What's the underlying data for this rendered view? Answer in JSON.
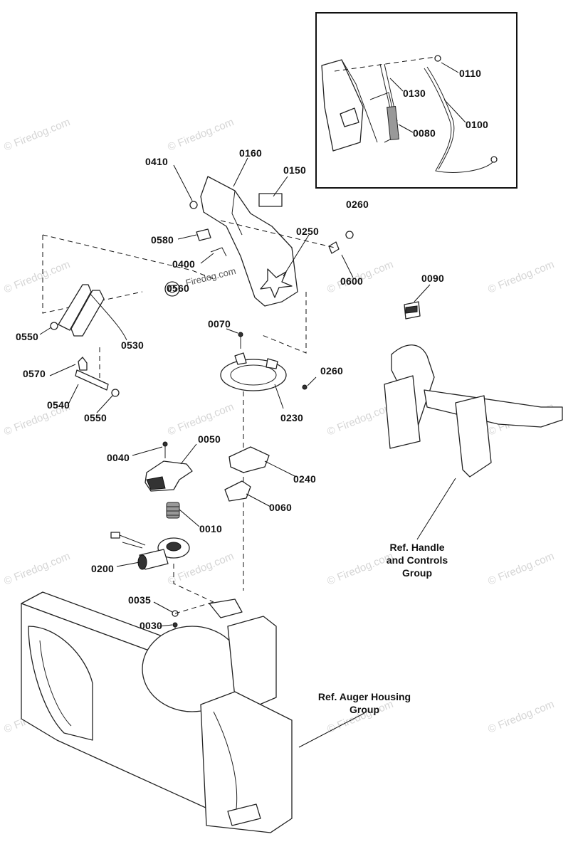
{
  "parts": {
    "p0410": "0410",
    "p0160": "0160",
    "p0150": "0150",
    "p0580": "0580",
    "p0400": "0400",
    "p0560": "0560",
    "p0250": "0250",
    "p0260a": "0260",
    "p0600": "0600",
    "p0550a": "0550",
    "p0530": "0530",
    "p0570": "0570",
    "p0540": "0540",
    "p0550b": "0550",
    "p0070": "0070",
    "p0260b": "0260",
    "p0230": "0230",
    "p0090": "0090",
    "p0040": "0040",
    "p0050": "0050",
    "p0240": "0240",
    "p0060": "0060",
    "p0010": "0010",
    "p0200": "0200",
    "p0035": "0035",
    "p0030": "0030",
    "p0110": "0110",
    "p0130": "0130",
    "p0100": "0100",
    "p0080": "0080"
  },
  "references": {
    "handle_line1": "Ref. Handle",
    "handle_line2": "and Controls",
    "handle_line3": "Group",
    "auger_line1": "Ref. Auger Housing",
    "auger_line2": "Group"
  },
  "watermark": "© Firedog.com",
  "inline_watermark": "Firedog.com"
}
